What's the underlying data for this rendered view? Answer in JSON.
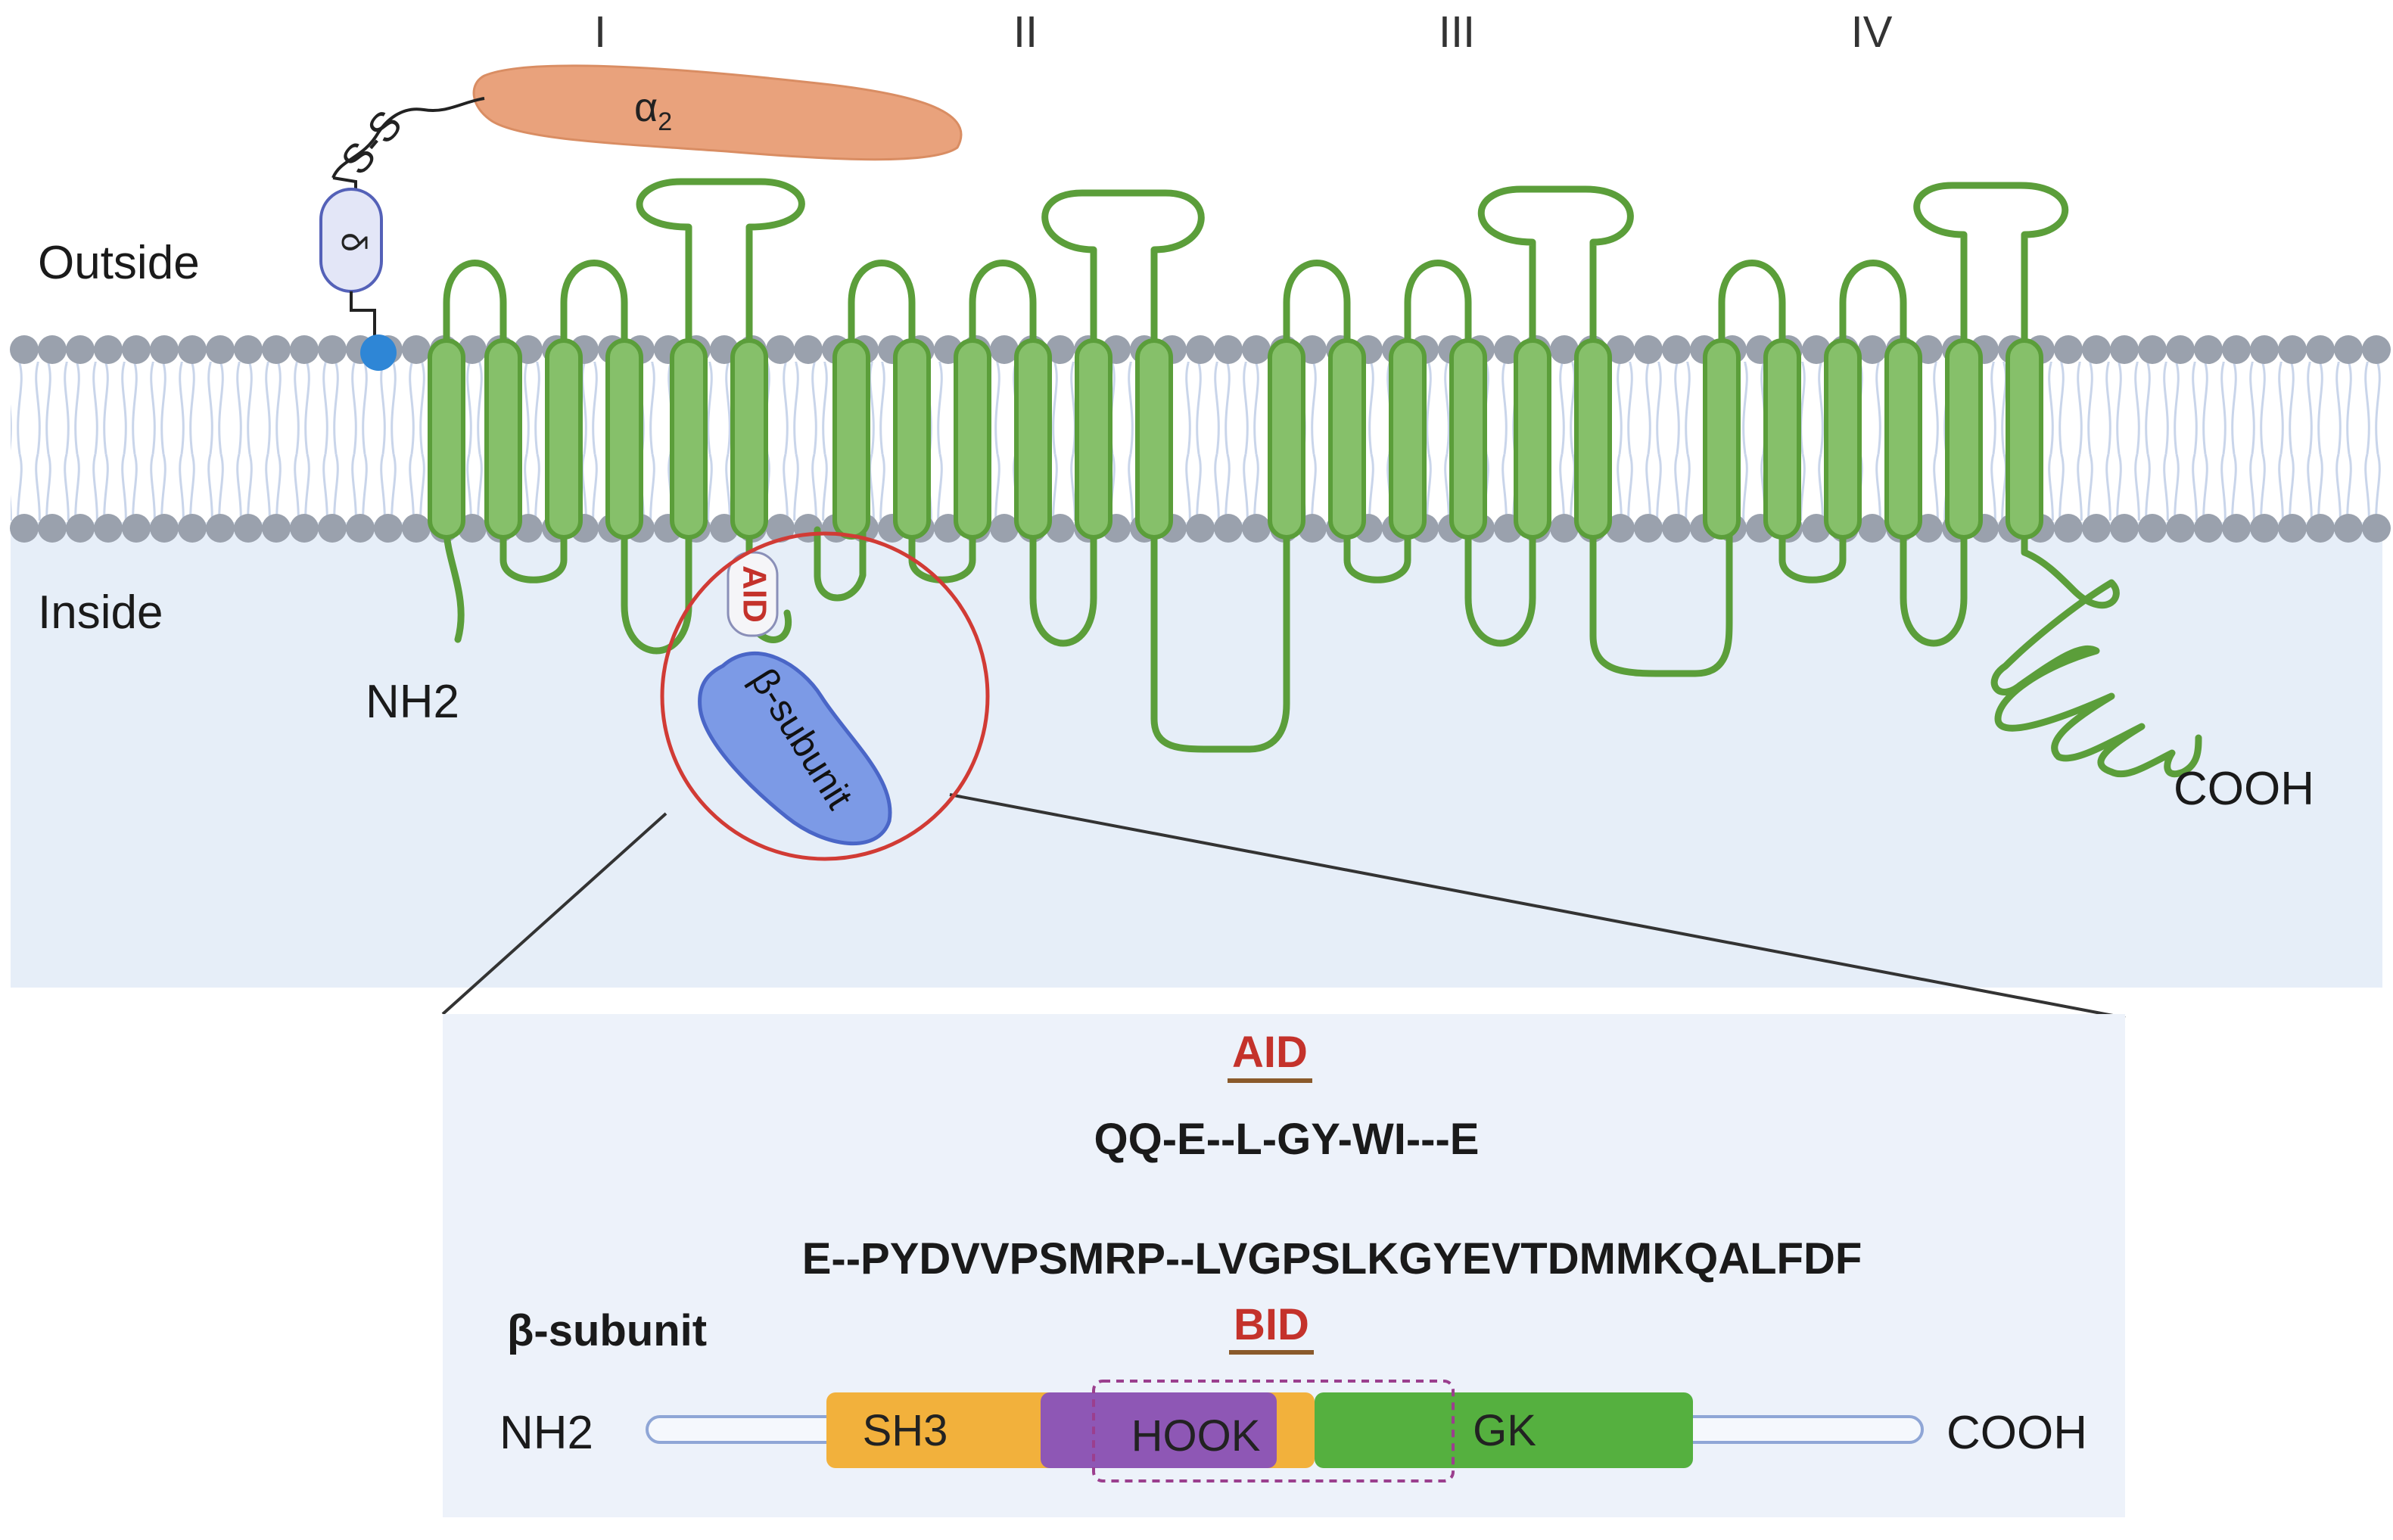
{
  "regions": {
    "outside_label": "Outside",
    "inside_label": "Inside"
  },
  "domains_roman": [
    "I",
    "II",
    "III",
    "IV"
  ],
  "alpha_subunit": {
    "n_terminus": "NH2",
    "c_terminus": "COOH",
    "color": "#5b9e3a",
    "segment_fill": "#86c06a"
  },
  "alpha2": {
    "label": "α",
    "subscript": "2",
    "color": "#e9a27c"
  },
  "delta": {
    "label": "δ",
    "color": "#e3e6f7"
  },
  "disulfide": {
    "label": "S-S"
  },
  "aid_marker": {
    "label": "AID",
    "color": "#c4322b"
  },
  "beta_blob": {
    "label": "β-subunit",
    "color": "#7c9ae6"
  },
  "zoom_highlight_color": "#d13b35",
  "inset": {
    "aid_header": "AID",
    "aid_sequence": "QQ-E--L-GY-WI---E",
    "bid_sequence": "E--PYDVVPSMRP--LVGPSLKGYEVTDMMKQALFDF",
    "bid_header": "BID",
    "beta_label": "β-subunit",
    "bar": {
      "n_terminus": "NH2",
      "c_terminus": "COOH",
      "domains": [
        {
          "name": "SH3",
          "color": "#f2b13c"
        },
        {
          "name": "HOOK",
          "color": "#8e57b5"
        },
        {
          "name": "GK",
          "color": "#55b03f"
        }
      ]
    }
  },
  "colors": {
    "inside_bg": "#e6eef8",
    "inset_bg": "#edf2fa",
    "lipid_head": "#9aa1ad",
    "anchor": "#2e86d6"
  }
}
